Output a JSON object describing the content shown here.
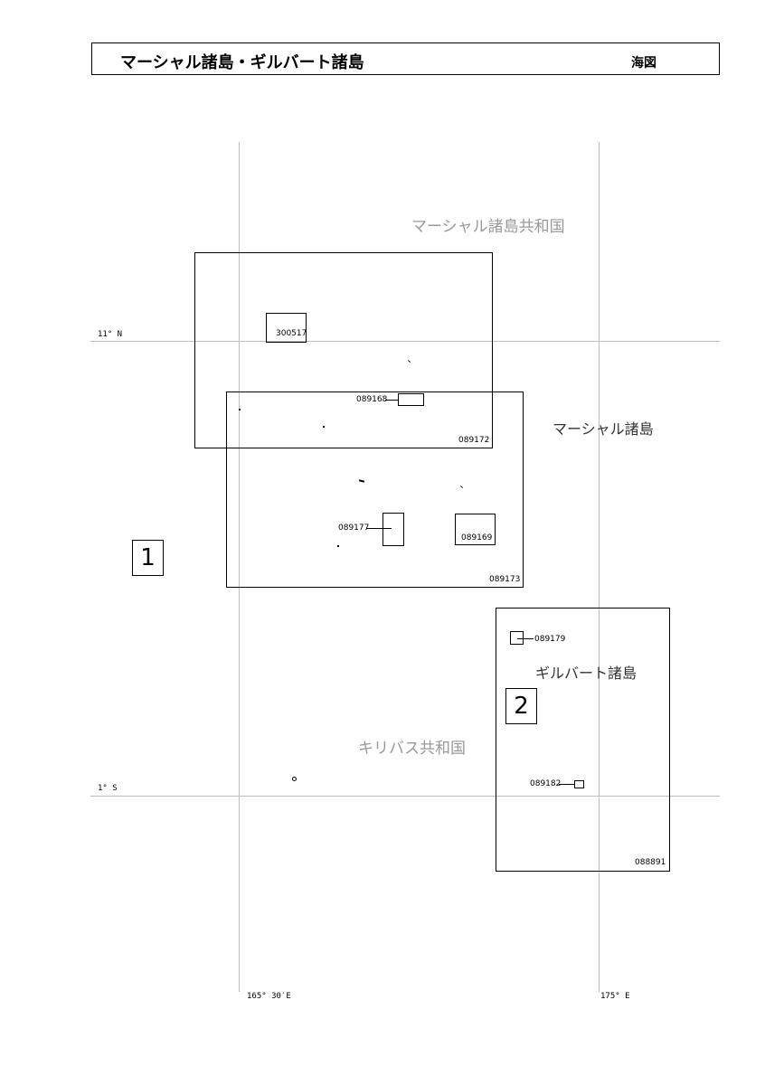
{
  "header": {
    "title": "マーシャル諸島・ギルバート諸島",
    "type": "海図"
  },
  "grid": {
    "lat_top": "11° N",
    "lat_bottom": "1° S",
    "lon_left": "165° 30′E",
    "lon_right": "175° E"
  },
  "areas": {
    "marshall_republic": "マーシャル諸島共和国",
    "marshall_islands": "マーシャル諸島",
    "gilbert_islands": "ギルバート諸島",
    "kiribati": "キリバス共和国"
  },
  "index_sheets": [
    "1",
    "2"
  ],
  "charts": {
    "c300517": "300517",
    "c089168": "089168",
    "c089172": "089172",
    "c089173": "089173",
    "c089177": "089177",
    "c089169": "089169",
    "c089179": "089179",
    "c089182": "089182",
    "c088891": "088891"
  }
}
